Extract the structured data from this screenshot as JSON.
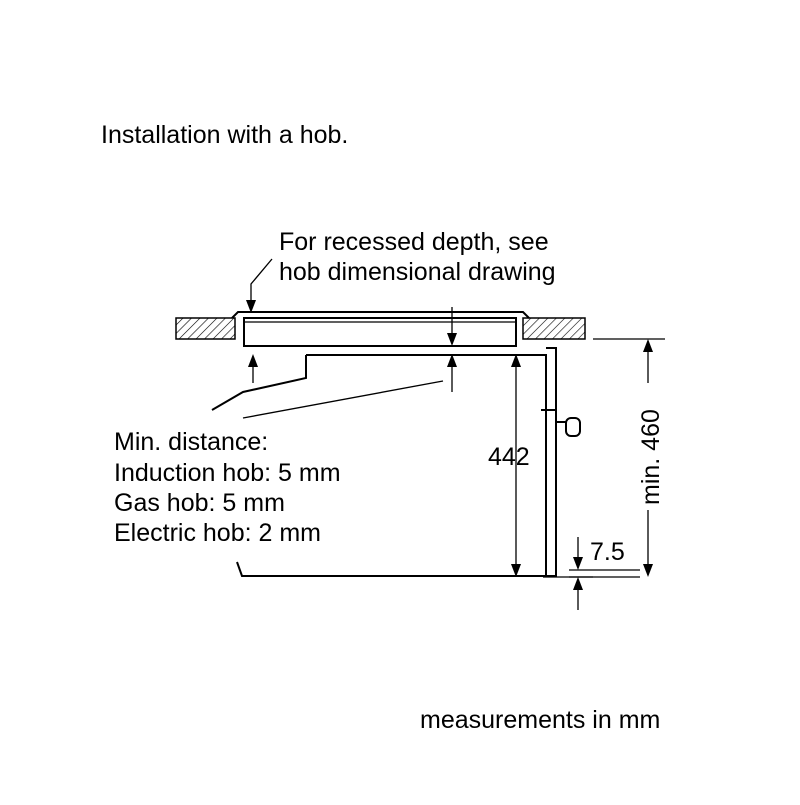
{
  "title": "Installation with a hob.",
  "callout": {
    "line1": "For recessed depth, see",
    "line2": "hob dimensional drawing"
  },
  "min_distance": {
    "heading": "Min. distance:",
    "induction": "Induction hob: 5 mm",
    "gas": "Gas hob: 5 mm",
    "electric": "Electric hob: 2 mm"
  },
  "dimensions": {
    "oven_height": "442",
    "cavity_height": "min. 460",
    "bottom_offset": "7.5"
  },
  "footer": "measurements in mm"
}
